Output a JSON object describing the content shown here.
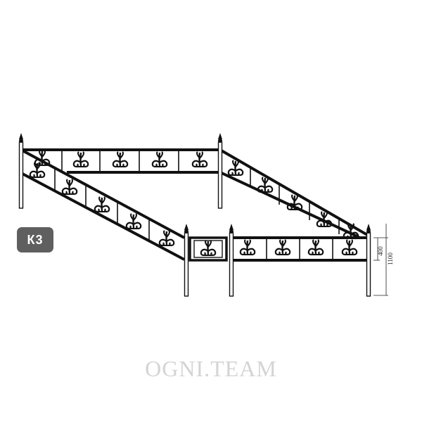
{
  "badge": {
    "label": "К3"
  },
  "dimensions": {
    "panel_height": "400",
    "total_height": "1100"
  },
  "watermark": {
    "text": "OGNI.TEAM"
  },
  "colors": {
    "badge_background": "#5f5f5f",
    "iron": "#111111",
    "watermark": "#d4d4d4"
  }
}
